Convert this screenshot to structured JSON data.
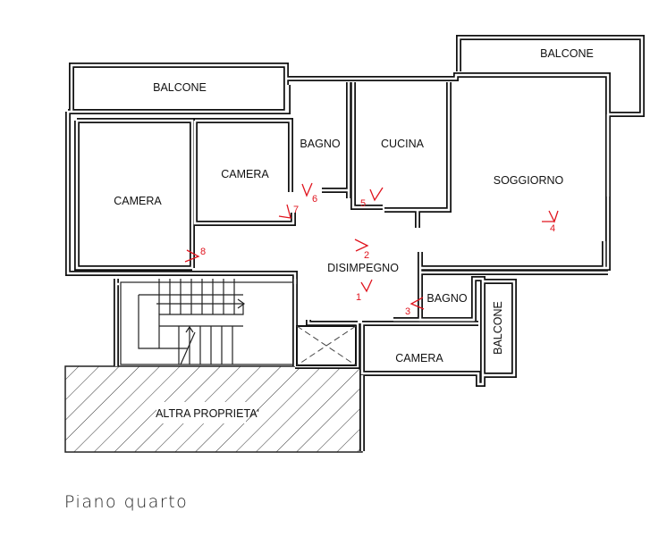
{
  "rooms": {
    "balcone_top_left": "BALCONE",
    "balcone_top_right": "BALCONE",
    "camera_left": "CAMERA",
    "camera_middle": "CAMERA",
    "bagno_top": "BAGNO",
    "cucina": "CUCINA",
    "soggiorno": "SOGGIORNO",
    "disimpegno": "DISIMPEGNO",
    "bagno_small": "BAGNO",
    "camera_bottom": "CAMERA",
    "balcone_side": "BALCONE",
    "altra_proprieta": "ALTRA PROPRIETA'"
  },
  "markers": [
    "1",
    "2",
    "3",
    "4",
    "5",
    "6",
    "7",
    "8"
  ],
  "colors": {
    "wall": "#111111",
    "marker": "#e0141e"
  },
  "caption": "Piano  quarto"
}
